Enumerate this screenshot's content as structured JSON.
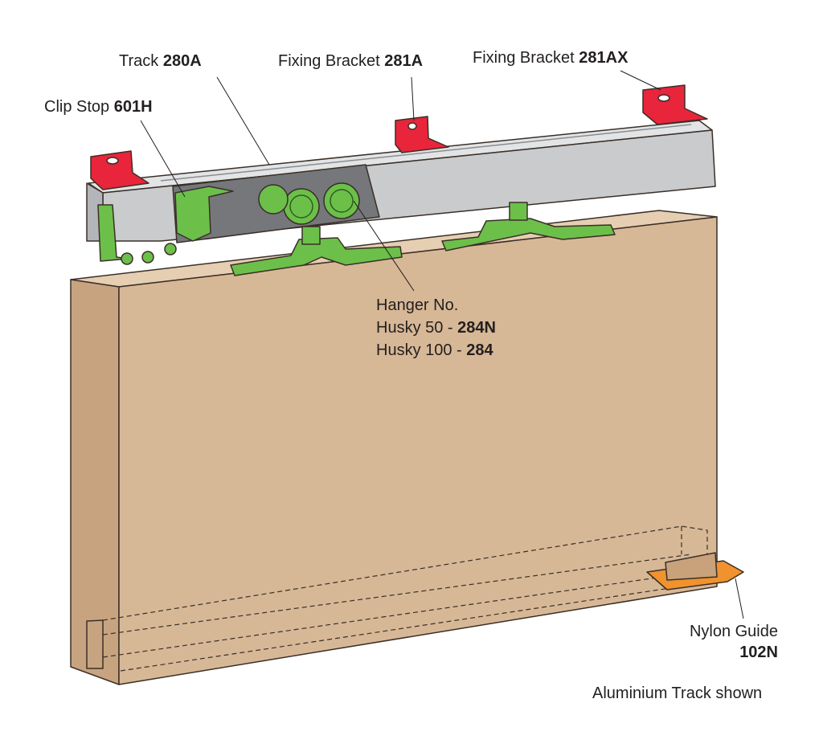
{
  "labels": {
    "track": {
      "name": "Track",
      "code": "280A"
    },
    "clip_stop": {
      "name": "Clip Stop",
      "code": "601H"
    },
    "fixing_bracket_a": {
      "name": "Fixing Bracket",
      "code": "281A"
    },
    "fixing_bracket_ax": {
      "name": "Fixing Bracket",
      "code": "281AX"
    },
    "hanger": {
      "title": "Hanger No.",
      "items": [
        {
          "name": "Husky 50 -",
          "code": "284N"
        },
        {
          "name": "Husky 100 -",
          "code": "284"
        }
      ]
    },
    "nylon_guide": {
      "name": "Nylon Guide",
      "code": "102N"
    },
    "footnote": "Aluminium Track shown"
  },
  "colors": {
    "door_front": "#d7b896",
    "door_top": "#e6ceb2",
    "door_side": "#c7a47f",
    "track": "#c9cbcd",
    "bracket": "#e8253a",
    "hanger": "#6cc04a",
    "guide": "#f0922e"
  }
}
